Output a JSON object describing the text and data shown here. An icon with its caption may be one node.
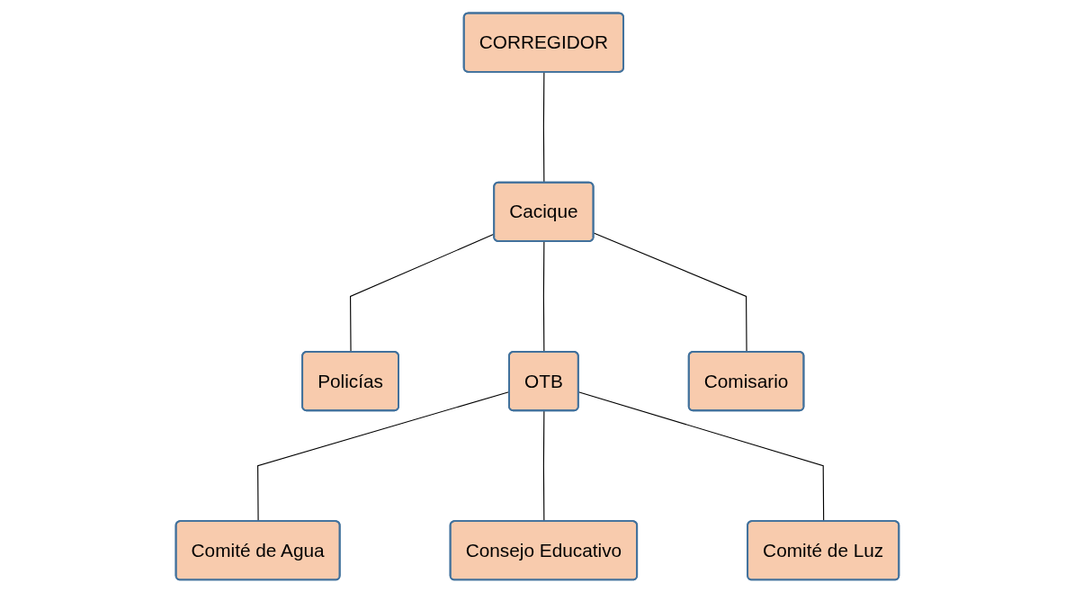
{
  "diagram": {
    "nodes": [
      {
        "text": [
          "CORREGIDOR"
        ]
      },
      {
        "text": [
          "Policías"
        ]
      },
      {
        "text": [
          "Cacique"
        ]
      },
      {
        "text": [
          "Comisario"
        ]
      },
      {
        "text": [
          "Comité de Agua"
        ]
      },
      {
        "text": [
          "OTB"
        ]
      },
      {
        "text": [
          "Comité de Luz"
        ]
      },
      {
        "text": [
          "Consejo Educativo"
        ]
      }
    ],
    "edges": [
      {
        "from": 0,
        "to": 2,
        "arrow": "none"
      },
      {
        "from": 2,
        "to": 1,
        "arrow": "none"
      },
      {
        "from": 2,
        "to": 5,
        "arrow": "none"
      },
      {
        "from": 2,
        "to": 3,
        "arrow": "none"
      },
      {
        "from": 5,
        "to": 4,
        "arrow": "none"
      },
      {
        "from": 5,
        "to": 7,
        "arrow": "none"
      },
      {
        "from": 5,
        "to": 6,
        "arrow": "none"
      }
    ]
  }
}
